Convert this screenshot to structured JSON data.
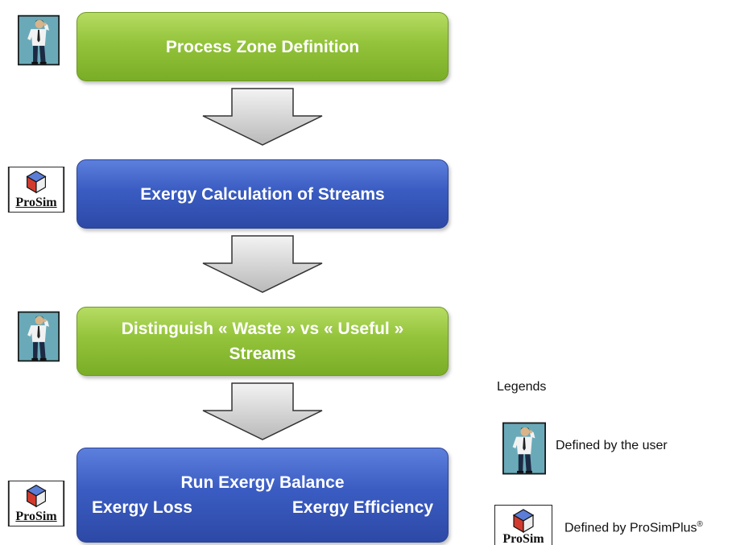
{
  "steps": [
    {
      "label": "Process Zone Definition",
      "color": "#8cc03a",
      "defined_by": "user"
    },
    {
      "label": "Exergy Calculation of Streams",
      "color": "#3d5fc4",
      "defined_by": "ProSim"
    },
    {
      "line1": "Distinguish « Waste » vs « Useful »",
      "line2": "Streams",
      "color": "#8cc03a",
      "defined_by": "user"
    },
    {
      "line1": "Run Exergy Balance",
      "loss": "Exergy Loss",
      "efficiency": "Exergy Efficiency",
      "color": "#3d5fc4",
      "defined_by": "ProSim"
    }
  ],
  "prosim_logo_text": "ProSim",
  "legend": {
    "title": "Legends",
    "user_text": "Defined by the user",
    "prosim_text": "Defined by ProSimPlus",
    "prosim_sup": "®"
  },
  "icons": {
    "user": "businessman-icon",
    "prosim": "prosim-logo-icon",
    "arrow": "down-arrow-icon"
  }
}
